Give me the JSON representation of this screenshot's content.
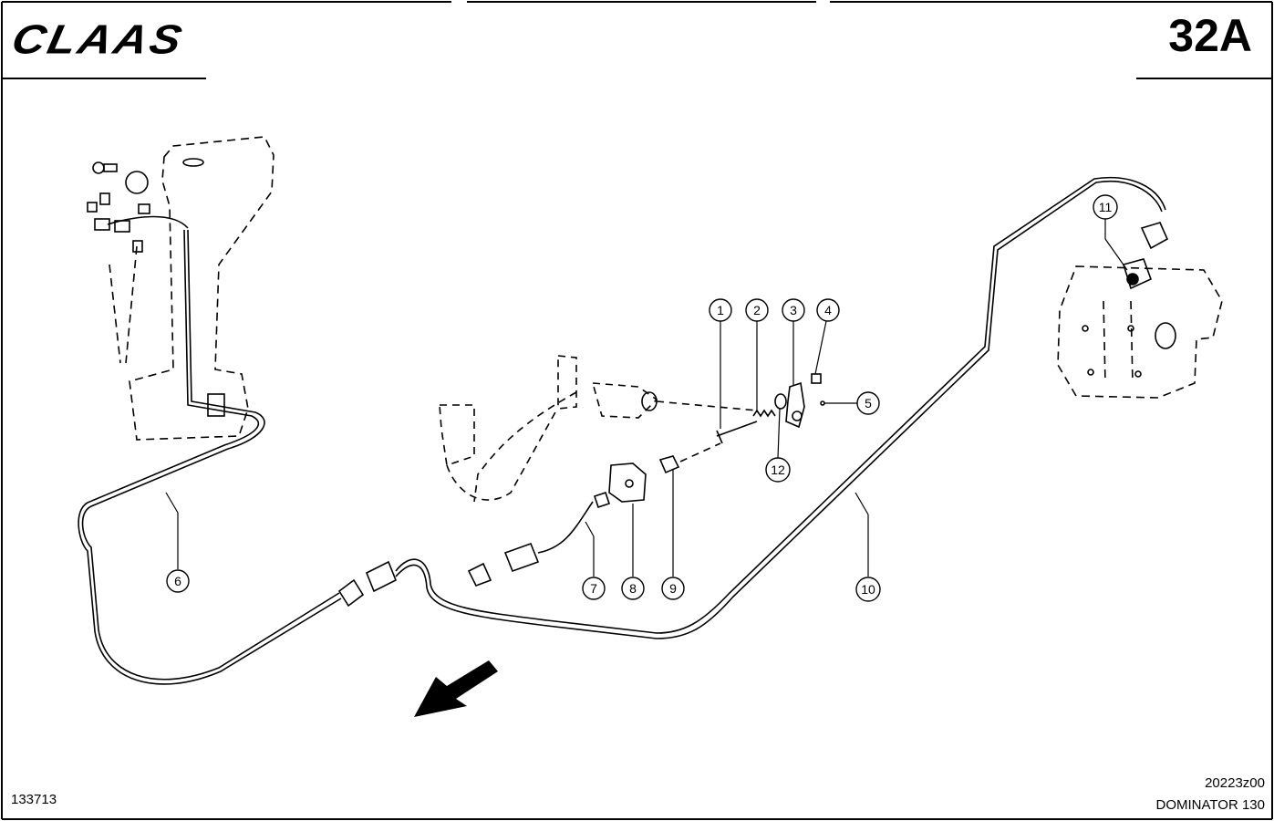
{
  "header": {
    "brand": "CLAAS",
    "plate_number": "32A"
  },
  "footer": {
    "drawing_id": "133713",
    "part_code": "20223z00",
    "model": "DOMINATOR 130"
  },
  "callouts": [
    "1",
    "2",
    "3",
    "4",
    "5",
    "6",
    "7",
    "8",
    "9",
    "10",
    "11",
    "12"
  ]
}
